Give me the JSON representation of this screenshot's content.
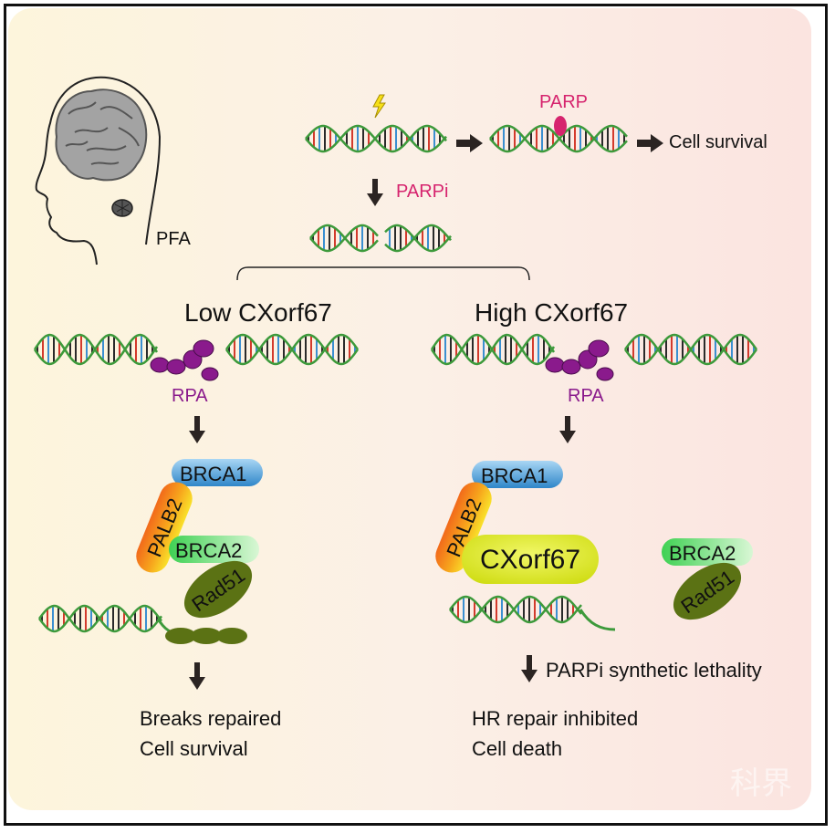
{
  "labels": {
    "pfa": "PFA",
    "parp": "PARP",
    "cell_survival_top": "Cell survival",
    "parpi": "PARPi",
    "low": "Low CXorf67",
    "high": "High CXorf67",
    "rpa_left": "RPA",
    "rpa_right": "RPA",
    "brca1_left": "BRCA1",
    "palb2_left": "PALB2",
    "brca2_left": "BRCA2",
    "rad51_left": "Rad51",
    "brca1_right": "BRCA1",
    "palb2_right": "PALB2",
    "cxorf67": "CXorf67",
    "brca2_right": "BRCA2",
    "rad51_right": "Rad51",
    "lethality": "PARPi synthetic lethality",
    "breaks_repaired": "Breaks repaired",
    "cell_survival_left": "Cell survival",
    "hr_inhibited": "HR repair inhibited",
    "cell_death": "Cell death",
    "watermark": "科界"
  },
  "colors": {
    "dna_backbone": "#3d9a3b",
    "parp_pink": "#d6246e",
    "rpa_purple": "#8a1a8c",
    "brca1_blue": "#3b8fd1",
    "brca2_green": "#3fcf4f",
    "rad51_olive": "#5b7214",
    "cxorf67_yellow": "#d8e619",
    "arrow": "#2b2422"
  }
}
